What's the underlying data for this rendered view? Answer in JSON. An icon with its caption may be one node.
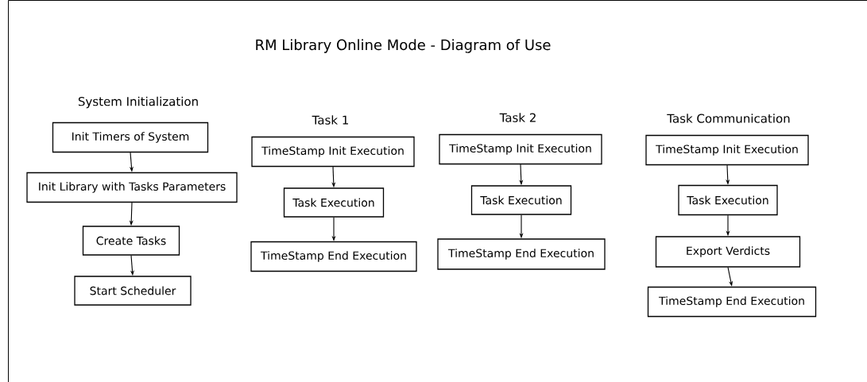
{
  "diagram": {
    "title": "RM Library Online Mode - Diagram of Use",
    "nodes": [
      {
        "text": [
          "Init Timers of System"
        ]
      },
      {
        "text": [
          "Init Library with Tasks Parameters"
        ]
      },
      {
        "text": [
          "Create Tasks"
        ]
      },
      {
        "text": [
          "Start Scheduler"
        ]
      },
      {
        "text": [
          "TimeStamp Init Execution"
        ]
      },
      {
        "text": [
          "Task Execution"
        ]
      },
      {
        "text": [
          "TimeStamp End Execution"
        ]
      },
      {
        "text": [
          "TimeStamp Init Execution"
        ]
      },
      {
        "text": [
          "Task Execution"
        ]
      },
      {
        "text": [
          "TimeStamp End Execution"
        ]
      },
      {
        "text": [
          "TimeStamp Init Execution"
        ]
      },
      {
        "text": [
          "Task Execution"
        ]
      },
      {
        "text": [
          "Export Verdicts"
        ]
      },
      {
        "text": [
          "TimeStamp End Execution"
        ]
      }
    ],
    "edges": [
      {
        "from": 0,
        "to": 1,
        "arrow": "to"
      },
      {
        "from": 1,
        "to": 2,
        "arrow": "to"
      },
      {
        "from": 2,
        "to": 3,
        "arrow": "to"
      },
      {
        "from": 4,
        "to": 5,
        "arrow": "to"
      },
      {
        "from": 5,
        "to": 6,
        "arrow": "to"
      },
      {
        "from": 7,
        "to": 8,
        "arrow": "to"
      },
      {
        "from": 8,
        "to": 9,
        "arrow": "to"
      },
      {
        "from": 10,
        "to": 11,
        "arrow": "to"
      },
      {
        "from": 11,
        "to": 12,
        "arrow": "to"
      },
      {
        "from": 12,
        "to": 13,
        "arrow": "to"
      }
    ],
    "labels": [
      "System Initialization",
      "Task 1",
      "Task 2",
      "Task Communication"
    ]
  }
}
